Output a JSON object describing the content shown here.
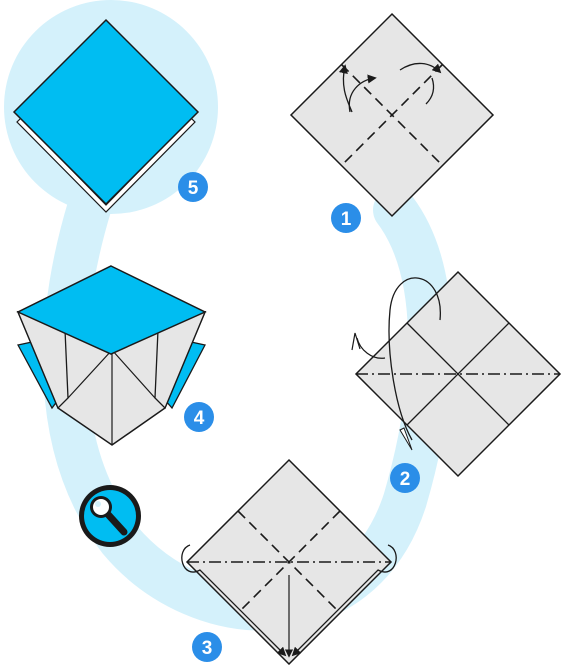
{
  "colors": {
    "path_band": "#d4f1fb",
    "paper_grey": "#e6e6e6",
    "paper_blue": "#00bdf2",
    "outline": "#1a1a1a",
    "badge": "#2b8ee8",
    "badge_text": "#ffffff",
    "magnifier_ring": "#1a1a1a",
    "magnifier_fill": "#00bdf2"
  },
  "steps": [
    {
      "number": "1"
    },
    {
      "number": "2"
    },
    {
      "number": "3"
    },
    {
      "number": "4"
    },
    {
      "number": "5"
    }
  ],
  "icons": {
    "zoom": "magnifier-icon"
  }
}
